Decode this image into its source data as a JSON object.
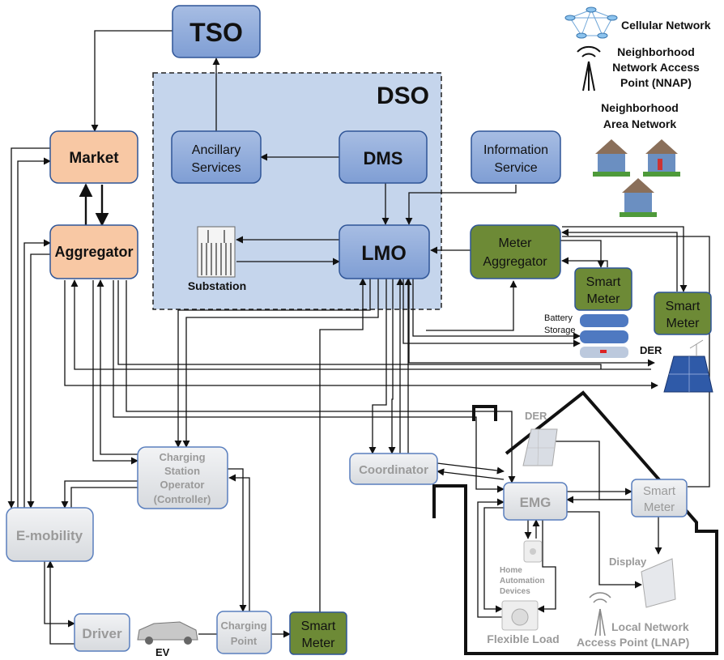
{
  "nodes": {
    "tso": "TSO",
    "dso": "DSO",
    "market": "Market",
    "aggregator": "Aggregator",
    "ancillary_line1": "Ancillary",
    "ancillary_line2": "Services",
    "dms": "DMS",
    "information_line1": "Information",
    "information_line2": "Service",
    "lmo": "LMO",
    "substation": "Substation",
    "meter_aggregator_line1": "Meter",
    "meter_aggregator_line2": "Aggregator",
    "smart_meter_line1": "Smart",
    "smart_meter_line2": "Meter",
    "battery_line1": "Battery",
    "battery_line2": "Storage",
    "der": "DER",
    "charging_station_line1": "Charging",
    "charging_station_line2": "Station",
    "charging_station_line3": "Operator",
    "charging_station_line4": "(Controller)",
    "coordinator": "Coordinator",
    "emobility": "E-mobility",
    "emg": "EMG",
    "driver": "Driver",
    "ev": "EV",
    "charging_point_line1": "Charging",
    "charging_point_line2": "Point",
    "home_auto_line1": "Home",
    "home_auto_line2": "Automation",
    "home_auto_line3": "Devices",
    "flexible_load": "Flexible Load",
    "display": "Display",
    "lnap_line1": "Local Network",
    "lnap_line2": "Access Point (LNAP)"
  },
  "legend": {
    "cellular": "Cellular Network",
    "nnap_line1": "Neighborhood",
    "nnap_line2": "Network Access",
    "nnap_line3": "Point (NNAP)",
    "nan_line1": "Neighborhood",
    "nan_line2": "Area Network"
  },
  "colors": {
    "blue_fill": "#8eaadb",
    "blue_stroke": "#2f5597",
    "dso_region": "#c5d5ec",
    "orange_fill": "#f8c8a4",
    "green_fill": "#6d8a36",
    "grey_fill": "#e4e6ea"
  }
}
